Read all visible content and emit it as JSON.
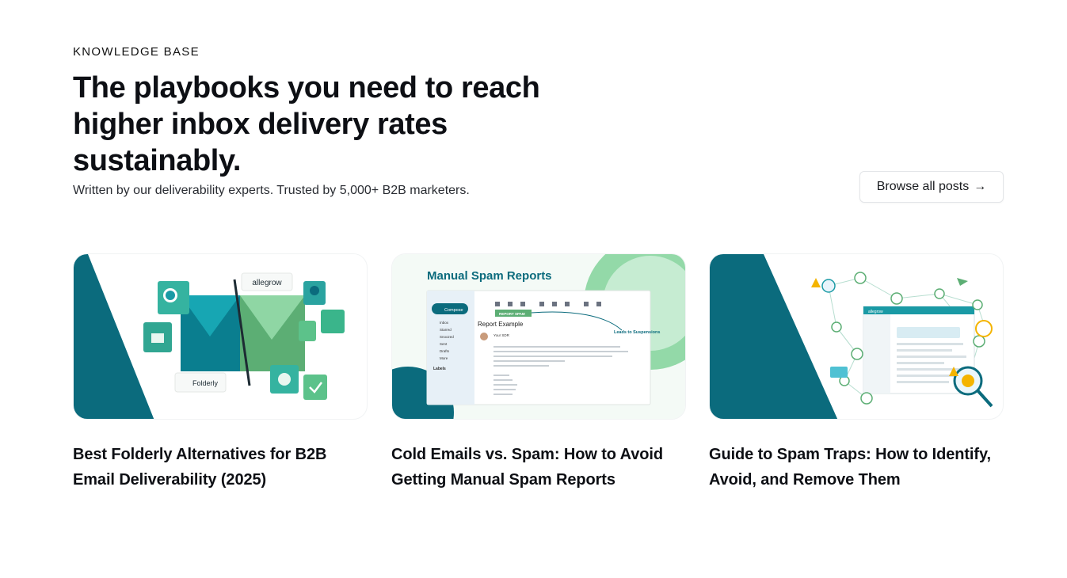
{
  "header": {
    "eyebrow": "KNOWLEDGE BASE",
    "headline": "The playbooks you need to reach higher inbox delivery rates sustainably.",
    "subhead": "Written by our deliverability experts. Trusted by 5,000+ B2B marketers.",
    "browse_label": "Browse all posts",
    "browse_icon": "arrow-right-icon"
  },
  "colors": {
    "teal_dark": "#0b6b7d",
    "teal": "#1a9aa5",
    "green_light": "#8fd6a4",
    "green": "#4fae6e"
  },
  "cards": [
    {
      "title": "Best Folderly Alternatives for B2B Email Deliverability (2025)",
      "thumb_labels": [
        "allegrow",
        "Folderly"
      ]
    },
    {
      "title": "Cold Emails vs. Spam: How to Avoid Getting Manual Spam Reports",
      "thumb_labels": [
        "Manual Spam Reports",
        "Compose",
        "Report Example",
        "REPORT SPAM",
        "Leads to Suspensions",
        "Inbox",
        "Starred",
        "Snoozed",
        "Sent",
        "Drafts",
        "More",
        "Labels",
        "Your SDR"
      ]
    },
    {
      "title": "Guide to Spam Traps: How to Identify, Avoid, and Remove Them",
      "thumb_labels": [
        "allegrow"
      ]
    }
  ]
}
